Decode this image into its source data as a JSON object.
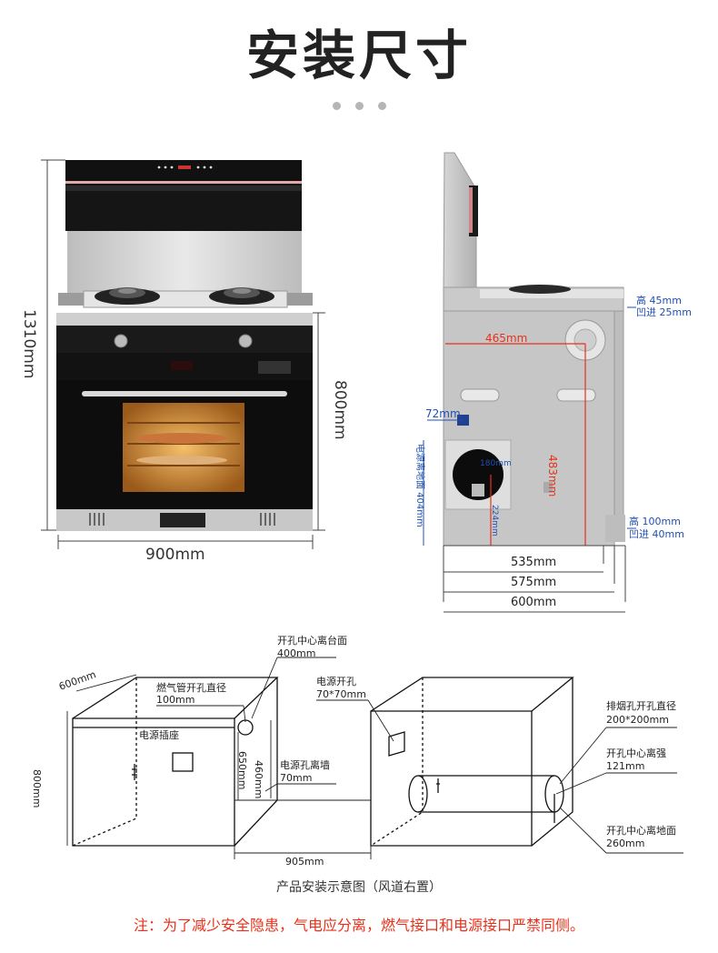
{
  "title": "安装尺寸",
  "front": {
    "height_label": "1310mm",
    "oven_height_label": "800mm",
    "width_label": "900mm"
  },
  "side": {
    "label_45_a": "高 45mm",
    "label_45_b": "凹进 25mm",
    "label_465": "465mm",
    "label_72": "72mm",
    "label_180": "180mm",
    "label_483": "483mm",
    "label_224": "224mm",
    "label_power": "电源离地面 404mm",
    "label_100_a": "高 100mm",
    "label_100_b": "凹进 40mm",
    "label_535": "535mm",
    "label_575": "575mm",
    "label_600": "600mm"
  },
  "diagram": {
    "d_600": "600mm",
    "d_800": "800mm",
    "gas_hole_a": "燃气管开孔直径",
    "gas_hole_b": "100mm",
    "hole_center_a": "开孔中心离台面",
    "hole_center_b": "400mm",
    "socket": "电源插座",
    "d_650": "650mm",
    "d_460": "460mm",
    "power_wall_a": "电源孔离墙",
    "power_wall_b": "70mm",
    "power_hole_a": "电源开孔",
    "power_hole_b": "70*70mm",
    "smoke_hole_a": "排烟孔开孔直径",
    "smoke_hole_b": "200*200mm",
    "center_wall_a": "开孔中心离强",
    "center_wall_b": "121mm",
    "center_floor_a": "开孔中心离地面",
    "center_floor_b": "260mm",
    "d_905": "905mm"
  },
  "caption": "产品安装示意图（风道右置）",
  "note": "注：为了减少安全隐患，气电应分离，燃气接口和电源接口严禁同侧。",
  "colors": {
    "accent_red": "#e8311a",
    "dim_blue": "#1f4fb3",
    "stainless": "#cfcfcf",
    "glass": "#111111"
  }
}
